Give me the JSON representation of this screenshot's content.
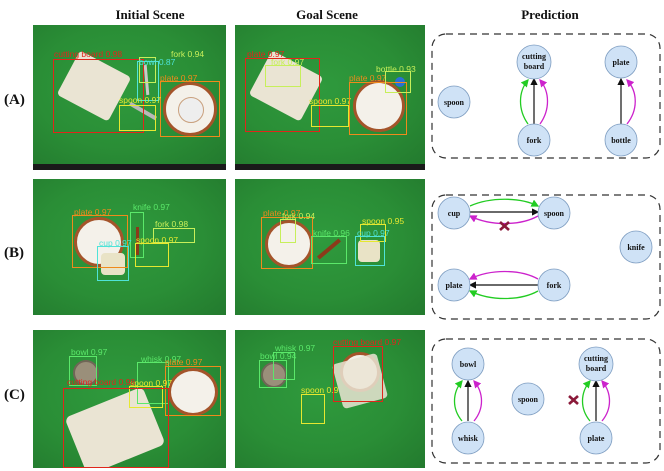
{
  "headers": {
    "initial": "Initial Scene",
    "goal": "Goal Scene",
    "prediction": "Prediction"
  },
  "rows": [
    {
      "id": "A",
      "label": "(A)",
      "initial_boxes": [
        {
          "text": "cutting board 0.98",
          "color": "#e0261b"
        },
        {
          "text": "fork 0.94",
          "color": "#c7ef5a"
        },
        {
          "text": "bowl 0.87",
          "color": "#4fe3d8"
        },
        {
          "text": "plate 0.97",
          "color": "#ef8a1c"
        },
        {
          "text": "spoon 0.97",
          "color": "#e6e830"
        }
      ],
      "goal_boxes": [
        {
          "text": "cutting board 0.97",
          "color": "#e0261b"
        },
        {
          "text": "fork 0.97",
          "color": "#c7ef5a"
        },
        {
          "text": "spoon 0.97",
          "color": "#e6e830"
        },
        {
          "text": "plate 0.97",
          "color": "#ef8a1c"
        },
        {
          "text": "bottle 0.93",
          "color": "#c7ef5a"
        }
      ],
      "nodes": [
        "spoon",
        "cutting board",
        "fork",
        "plate",
        "bottle"
      ]
    },
    {
      "id": "B",
      "label": "(B)",
      "initial_boxes": [
        {
          "text": "plate 0.97",
          "color": "#ef8a1c"
        },
        {
          "text": "knife 0.97",
          "color": "#5be86a"
        },
        {
          "text": "fork 0.98",
          "color": "#c7ef5a"
        },
        {
          "text": "cup 0.97",
          "color": "#4fe3d8"
        },
        {
          "text": "spoon 0.97",
          "color": "#e6e830"
        }
      ],
      "goal_boxes": [
        {
          "text": "plate 0.97",
          "color": "#ef8a1c"
        },
        {
          "text": "fork 0.94",
          "color": "#c7ef5a"
        },
        {
          "text": "knife 0.96",
          "color": "#5be86a"
        },
        {
          "text": "spoon 0.95",
          "color": "#e6e830"
        },
        {
          "text": "cup 0.97",
          "color": "#4fe3d8"
        }
      ],
      "nodes": [
        "cup",
        "spoon",
        "knife",
        "plate",
        "fork"
      ]
    },
    {
      "id": "C",
      "label": "(C)",
      "initial_boxes": [
        {
          "text": "bowl 0.97",
          "color": "#5be86a"
        },
        {
          "text": "whisk 0.97",
          "color": "#5be86a"
        },
        {
          "text": "plate 0.97",
          "color": "#ef8a1c"
        },
        {
          "text": "spoon 0.97",
          "color": "#e6e830"
        },
        {
          "text": "cutting board 0.98",
          "color": "#e0261b"
        }
      ],
      "goal_boxes": [
        {
          "text": "whisk 0.97",
          "color": "#5be86a"
        },
        {
          "text": "bowl 0.94",
          "color": "#5be86a"
        },
        {
          "text": "cutting board 0.97",
          "color": "#e0261b"
        },
        {
          "text": "spoon 0.9",
          "color": "#e6e830"
        }
      ],
      "nodes": [
        "bowl",
        "cutting board",
        "spoon",
        "whisk",
        "plate"
      ]
    }
  ],
  "colors": {
    "node_fill": "#cfe2f6",
    "node_stroke": "#7d9cc0",
    "edge_black": "#111111",
    "edge_green": "#22cc22",
    "edge_magenta": "#cc22cc",
    "cross": "#8b1a3a",
    "panel_border": "#333333",
    "scene_green": "#2a8e36"
  }
}
